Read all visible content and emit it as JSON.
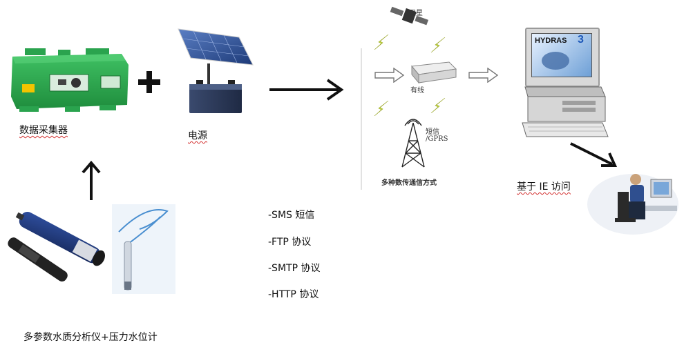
{
  "nodes": {
    "data_logger": "数据采集器",
    "power": "电源",
    "sensors": "多参数水质分析仪+压力水位计",
    "web_access": "基于 IE 访问"
  },
  "comm_panel": {
    "satellite": "卫星",
    "wired": "有线",
    "sms": "短信",
    "gprs": "/GPRS",
    "caption": "多种数传通信方式"
  },
  "monitor": {
    "brand": "HYDRAS",
    "version": "3"
  },
  "protocols": [
    "-SMS 短信",
    "-FTP 协议",
    "-SMTP 协议",
    "-HTTP  协议"
  ]
}
